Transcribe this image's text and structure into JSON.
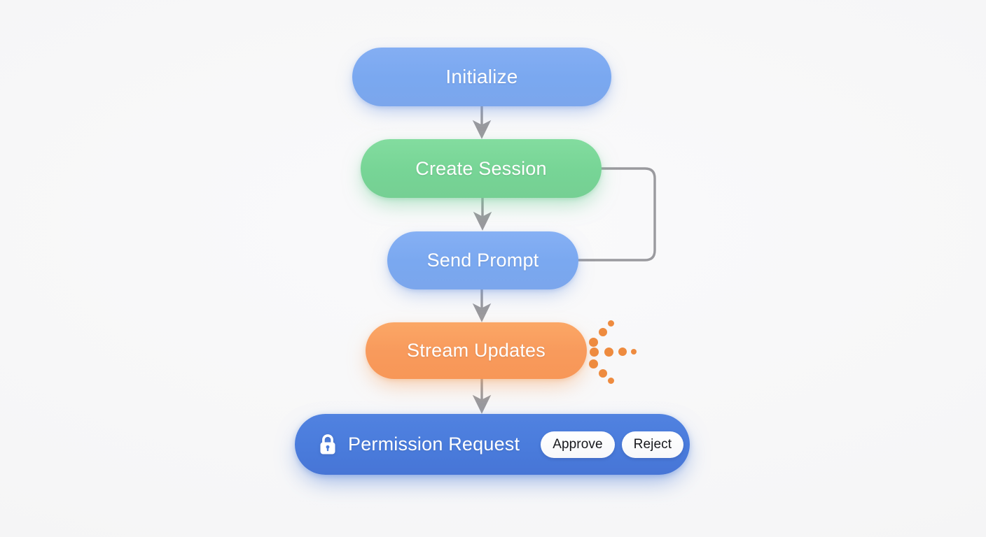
{
  "diagram": {
    "type": "flowchart",
    "orientation": "top-to-bottom",
    "background_color": "#f6f6f7",
    "nodes": [
      {
        "id": "initialize",
        "label": "Initialize",
        "shape": "pill",
        "color": "#7aa8f0",
        "text_color": "#ffffff"
      },
      {
        "id": "create-session",
        "label": "Create Session",
        "shape": "pill",
        "color": "#77d596",
        "text_color": "#ffffff"
      },
      {
        "id": "send-prompt",
        "label": "Send Prompt",
        "shape": "pill",
        "color": "#7aa8f0",
        "text_color": "#ffffff"
      },
      {
        "id": "stream-updates",
        "label": "Stream Updates",
        "shape": "pill",
        "color": "#f89a5c",
        "text_color": "#ffffff"
      },
      {
        "id": "permission-request",
        "label": "Permission Request",
        "shape": "pill",
        "color": "#4a7cdc",
        "text_color": "#ffffff",
        "icon": "lock-icon",
        "actions": [
          {
            "id": "approve",
            "label": "Approve"
          },
          {
            "id": "reject",
            "label": "Reject"
          }
        ]
      }
    ],
    "edges": [
      {
        "from": "initialize",
        "to": "create-session",
        "style": "straight-arrow",
        "color": "#9a9a9e"
      },
      {
        "from": "create-session",
        "to": "send-prompt",
        "style": "straight-arrow",
        "color": "#9a9a9e"
      },
      {
        "from": "create-session",
        "to": "send-prompt",
        "style": "loop-back-right",
        "color": "#9a9a9e"
      },
      {
        "from": "send-prompt",
        "to": "stream-updates",
        "style": "straight-arrow",
        "color": "#9a9a9e"
      },
      {
        "from": "stream-updates",
        "to": "permission-request",
        "style": "straight-arrow",
        "color": "#9a9a9e"
      }
    ],
    "decorations": [
      {
        "id": "streaming-dots",
        "attached_to": "stream-updates",
        "kind": "radiating-dots",
        "color": "#ee8b3f",
        "dot_count": 11
      }
    ]
  }
}
